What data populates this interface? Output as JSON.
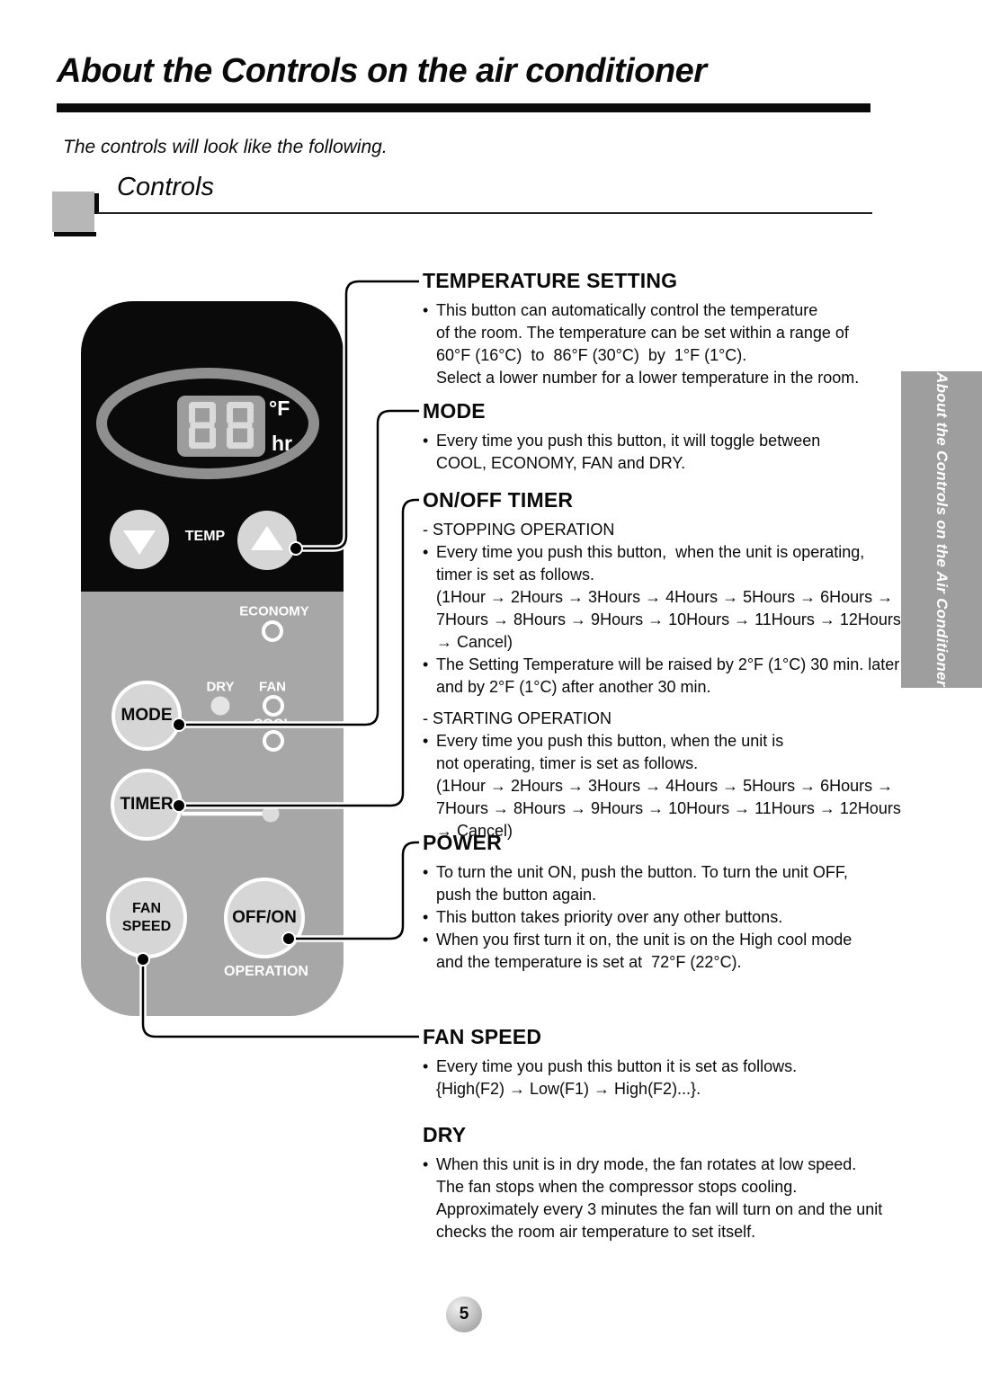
{
  "page": {
    "title": "About the Controls on the air conditioner",
    "intro": "The controls will look like the following.",
    "section_label": "Controls",
    "sidebar_label": "About the Controls on the Air Conditioner",
    "page_number": "5",
    "bullet": "•"
  },
  "panel": {
    "display": {
      "digits": "88",
      "unit_f": "°F",
      "unit_hr": "hr"
    },
    "labels": {
      "temp": "TEMP",
      "economy": "ECONOMY",
      "dry": "DRY",
      "fan": "FAN",
      "cool": "COOL",
      "operation": "OPERATION"
    },
    "buttons": {
      "mode": "MODE",
      "timer": "TIMER",
      "fan_speed": "FAN\nSPEED",
      "off_on": "OFF/ON"
    }
  },
  "sections": {
    "temperature_setting": {
      "title": "TEMPERATURE SETTING",
      "bullets": [
        "This button can automatically control the temperature\nof the room. The temperature can be set within a range of\n60°F (16°C)  to  86°F (30°C)  by  1°F (1°C).\nSelect a lower number for a lower temperature in the room."
      ]
    },
    "mode": {
      "title": "MODE",
      "bullets": [
        "Every time you push this button, it will toggle between\nCOOL, ECONOMY, FAN and DRY."
      ]
    },
    "on_off_timer": {
      "title": "ON/OFF TIMER",
      "stopping_label": "- STOPPING OPERATION",
      "stopping_bullets": [
        "Every time you push this button,  when the unit is operating,\ntimer is set as follows.\n(1Hour → 2Hours → 3Hours → 4Hours → 5Hours → 6Hours →\n7Hours → 8Hours → 9Hours → 10Hours → 11Hours → 12Hours → Cancel)",
        "The Setting Temperature will be raised by 2°F (1°C) 30 min. later\nand by 2°F (1°C) after another 30 min."
      ],
      "starting_label": "- STARTING OPERATION",
      "starting_bullets": [
        "Every time you push this button, when the unit is\nnot operating, timer is set as follows.\n(1Hour → 2Hours → 3Hours → 4Hours → 5Hours → 6Hours →\n7Hours → 8Hours → 9Hours → 10Hours → 11Hours → 12Hours → Cancel)"
      ]
    },
    "power": {
      "title": "POWER",
      "bullets": [
        "To turn the unit ON, push the button. To turn the unit OFF,\npush the button again.",
        "This button takes priority over any other buttons.",
        "When you first turn it on, the unit is on the High cool mode\nand the temperature is set at  72°F (22°C)."
      ]
    },
    "fan_speed": {
      "title": "FAN SPEED",
      "bullets": [
        "Every time you push this button it is set as follows.\n{High(F2) → Low(F1) → High(F2)...}."
      ]
    },
    "dry": {
      "title": "DRY",
      "bullets": [
        "When this unit is in dry mode, the fan rotates at low speed.\nThe fan stops when the compressor stops cooling.\nApproximately every 3 minutes the fan will turn on and the unit\nchecks the room air temperature to set itself."
      ]
    }
  }
}
